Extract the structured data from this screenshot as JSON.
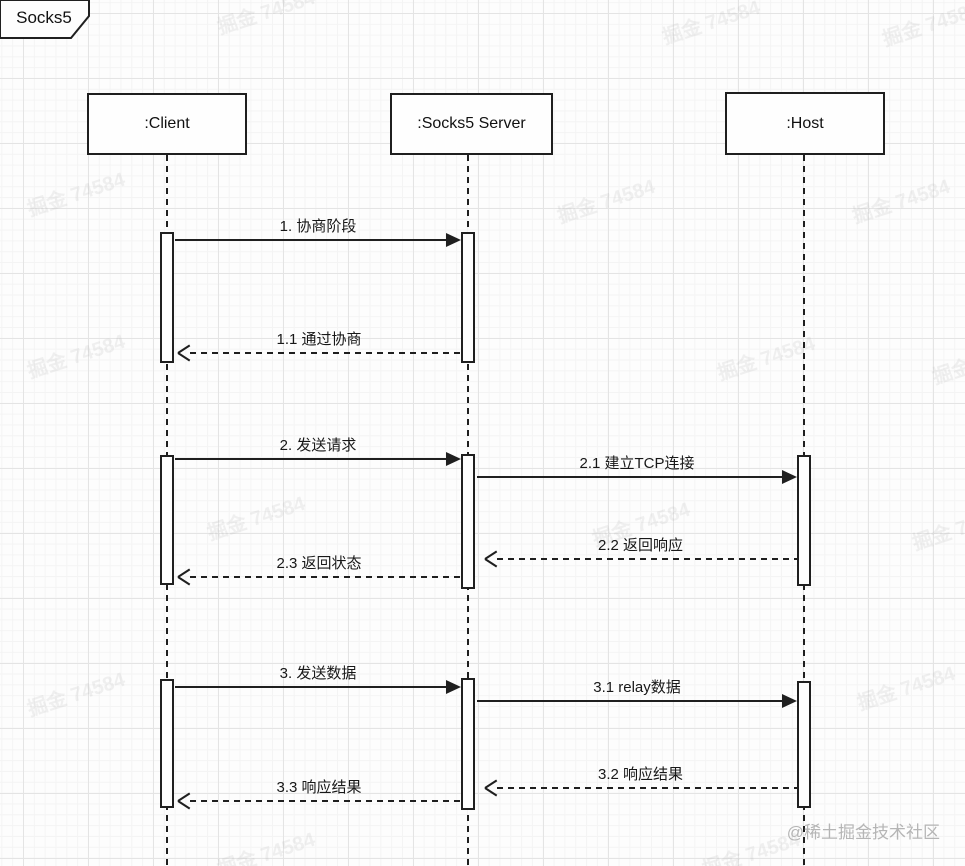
{
  "frame": {
    "label": "Socks5"
  },
  "actors": [
    {
      "id": "client",
      "label": ":Client"
    },
    {
      "id": "server",
      "label": ":Socks5 Server"
    },
    {
      "id": "host",
      "label": ":Host"
    }
  ],
  "messages": [
    {
      "id": "1",
      "label": "1. 协商阶段",
      "from": "client",
      "to": "server",
      "type": "sync"
    },
    {
      "id": "1.1",
      "label": "1.1 通过协商",
      "from": "server",
      "to": "client",
      "type": "return"
    },
    {
      "id": "2",
      "label": "2. 发送请求",
      "from": "client",
      "to": "server",
      "type": "sync"
    },
    {
      "id": "2.1",
      "label": "2.1 建立TCP连接",
      "from": "server",
      "to": "host",
      "type": "sync"
    },
    {
      "id": "2.2",
      "label": "2.2 返回响应",
      "from": "host",
      "to": "server",
      "type": "return"
    },
    {
      "id": "2.3",
      "label": "2.3 返回状态",
      "from": "server",
      "to": "client",
      "type": "return"
    },
    {
      "id": "3",
      "label": "3. 发送数据",
      "from": "client",
      "to": "server",
      "type": "sync"
    },
    {
      "id": "3.1",
      "label": "3.1 relay数据",
      "from": "server",
      "to": "host",
      "type": "sync"
    },
    {
      "id": "3.2",
      "label": "3.2 响应结果",
      "from": "host",
      "to": "server",
      "type": "return"
    },
    {
      "id": "3.3",
      "label": "3.3 响应结果",
      "from": "server",
      "to": "client",
      "type": "return"
    }
  ],
  "watermark": {
    "credit": "@稀土掘金技术社区",
    "tile": "掘金 74584"
  },
  "colors": {
    "line": "#1f1f1f",
    "background": "#fdfdfd",
    "grid_major": "#e4e4e4",
    "grid_minor": "#f4f4f4",
    "watermark_credit": "#b5b5b5"
  }
}
